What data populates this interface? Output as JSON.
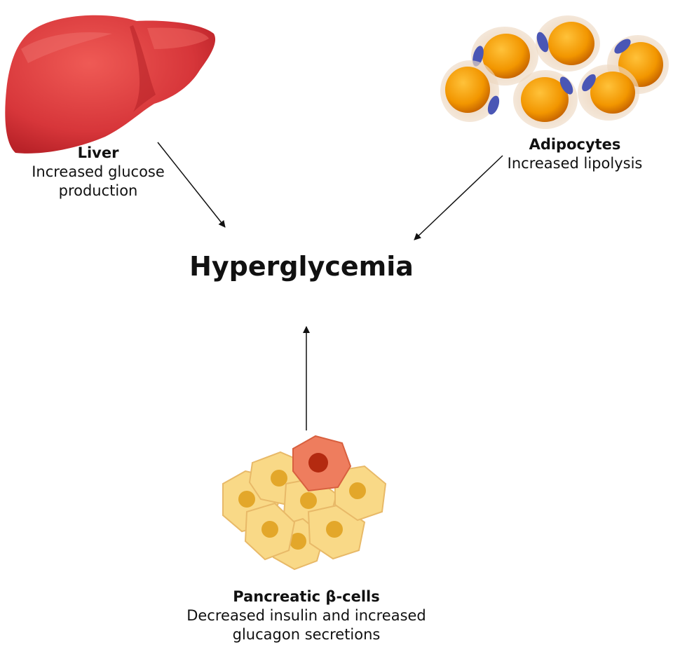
{
  "center": {
    "title": "Hyperglycemia"
  },
  "liver": {
    "title": "Liver",
    "desc_line1": "Increased glucose",
    "desc_line2": "production"
  },
  "adipocytes": {
    "title": "Adipocytes",
    "desc_line1": "Increased lipolysis"
  },
  "pancreas": {
    "title": "Pancreatic β-cells",
    "desc_line1": "Decreased insulin and increased",
    "desc_line2": "glucagon secretions"
  },
  "colors": {
    "liver": "#d9363a",
    "fat_core": "#f08a00",
    "fat_nucleus": "#4a56b5",
    "beta_cell": "#f9d987",
    "alpha_cell": "#ee7d5e"
  }
}
